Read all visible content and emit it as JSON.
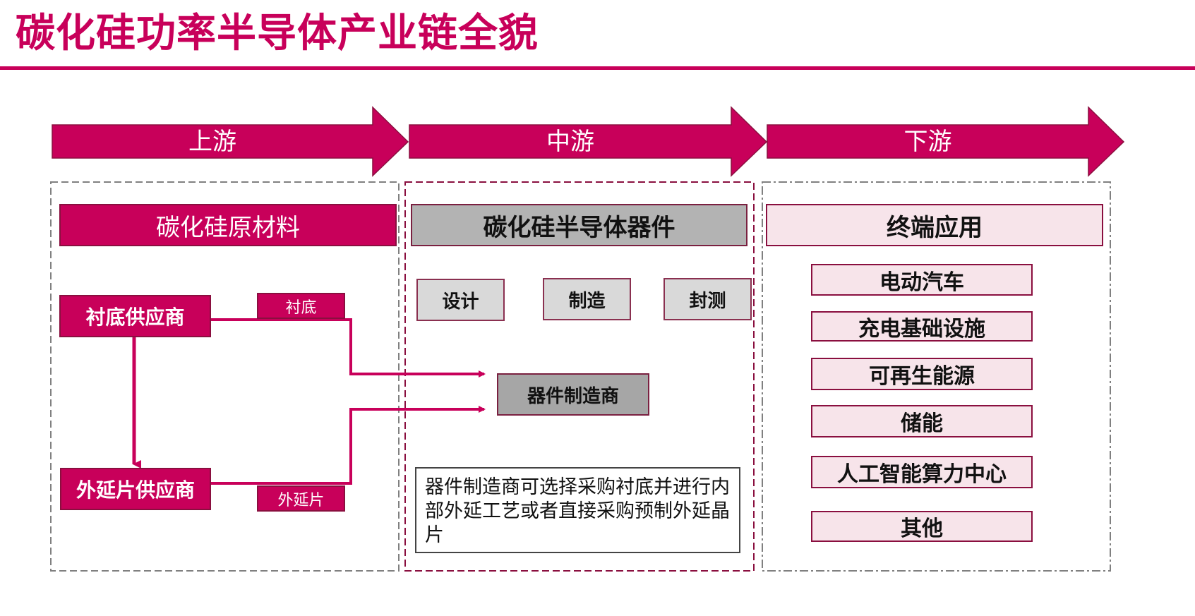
{
  "title": "碳化硅功率半导体产业链全貌",
  "stages": {
    "upstream": "上游",
    "midstream": "中游",
    "downstream": "下游"
  },
  "upstream": {
    "header": "碳化硅原材料",
    "substrate_supplier": "衬底供应商",
    "epi_supplier": "外延片供应商",
    "substrate_tag": "衬底",
    "epi_tag": "外延片"
  },
  "midstream": {
    "header": "碳化硅半导体器件",
    "steps": [
      "设计",
      "制造",
      "封测"
    ],
    "device_maker": "器件制造商",
    "note": "器件制造商可选择采购衬底并进行内部外延工艺或者直接采购预制外延晶片"
  },
  "downstream": {
    "header": "终端应用",
    "applications": [
      "电动汽车",
      "充电基础设施",
      "可再生能源",
      "储能",
      "人工智能算力中心",
      "其他"
    ]
  },
  "colors": {
    "accent": "#c8005a",
    "dark_border": "#8a0f3f",
    "mid_gray": "#b3b3b3",
    "light_pink": "#f7e4ea"
  }
}
